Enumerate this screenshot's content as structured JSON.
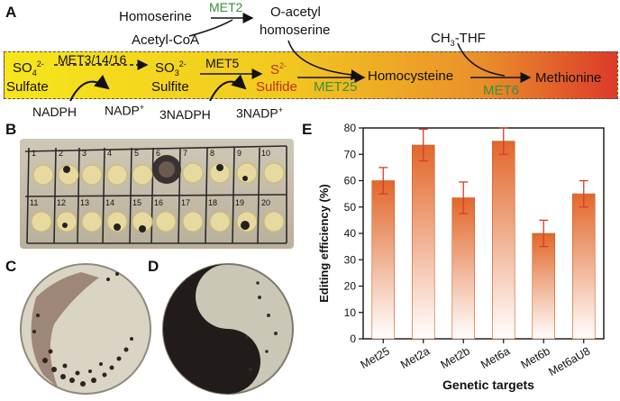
{
  "panels": {
    "a": "A",
    "b": "B",
    "c": "C",
    "d": "D",
    "e": "E"
  },
  "pathway": {
    "homoserine": "Homoserine",
    "met2": "MET2",
    "acetyl_coa": "Acetyl-CoA",
    "o_acetyl_1": "O-acetyl",
    "o_acetyl_2": "homoserine",
    "ch3_thf": "CH",
    "ch3_sub": "3",
    "thf": "-THF",
    "so4": "SO",
    "so4_sub": "4",
    "so4_sup": "2-",
    "met31416": "MET3/14/16",
    "sulfate": "Sulfate",
    "so3": "SO",
    "so3_sub": "3",
    "so3_sup": "2-",
    "sulfite": "Sulfite",
    "met5": "MET5",
    "s2": "S",
    "s2_sup": "2-",
    "sulfide": "Sulfide",
    "met25": "MET25",
    "homocysteine": "Homocysteine",
    "met6": "MET6",
    "methionine": "Methionine",
    "nadph": "NADPH",
    "nadp": "NADP",
    "nadp_sup": "+",
    "nadph3": "3NADPH",
    "nadp3": "3NADP",
    "nadp3_sup": "+"
  },
  "plate_labels": {
    "row1": [
      "1",
      "2",
      "3",
      "4",
      "5",
      "6",
      "7",
      "8",
      "9",
      "10"
    ],
    "row2": [
      "11",
      "12",
      "13",
      "14",
      "15",
      "16",
      "17",
      "18",
      "19",
      "20"
    ]
  },
  "chart_data": {
    "type": "bar",
    "categories": [
      "Met25",
      "Met2a",
      "Met2b",
      "Met6a",
      "Met6b",
      "Met6aU8"
    ],
    "values": [
      60,
      73.5,
      53.5,
      75,
      40,
      55
    ],
    "errors": [
      5,
      6,
      6,
      5,
      5,
      5
    ],
    "xlabel": "Genetic targets",
    "ylabel": "Editing efficiency (%)",
    "ylim": [
      0,
      80
    ],
    "yticks": [
      "0",
      "10",
      "20",
      "30",
      "40",
      "50",
      "60",
      "70",
      "80"
    ],
    "bar_color_top": "#e2672a",
    "bar_color_bottom": "#ffffff",
    "error_color": "#d93a2a",
    "grid": false
  }
}
